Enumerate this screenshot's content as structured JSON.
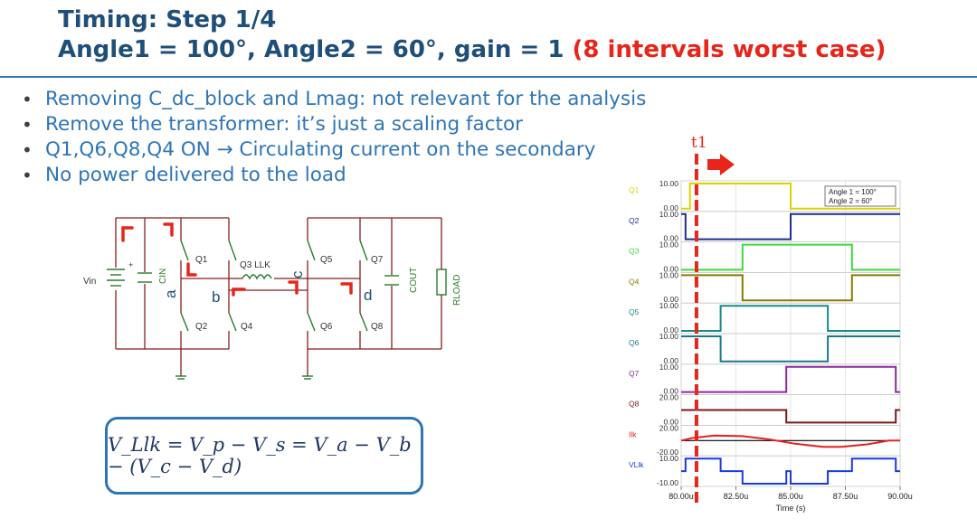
{
  "title": {
    "line1": "Timing: Step 1/4",
    "line2": "Angle1 = 100°, Angle2 = 60°, gain = 1",
    "line2_highlight": "(8 intervals worst case)"
  },
  "bullets": [
    "Removing C_dc_block and Lmag: not relevant for the analysis",
    "Remove the transformer: it’s just a scaling factor",
    "Q1,Q6,Q8,Q4 ON → Circulating current on the secondary",
    "No power delivered to the load"
  ],
  "circuit": {
    "labels": {
      "vin": "Vin",
      "cin": "CIN",
      "q1": "Q1",
      "q2": "Q2",
      "q3llk": "Q3  LLK",
      "q4": "Q4",
      "q5": "Q5",
      "q6": "Q6",
      "q7": "Q7",
      "q8": "Q8",
      "cout": "COUT",
      "rload": "RLOAD",
      "node_a": "a",
      "node_b": "b",
      "node_c": "c",
      "node_d": "d",
      "plus": "+"
    }
  },
  "formula": "V_Llk = V_p − V_s = V_a − V_b − (V_c − V_d)",
  "marker_label": "t1",
  "colors": {
    "title": "#1f4e79",
    "highlight": "#e8251a",
    "bullet_text": "#2e75b6",
    "box_border": "#2e75b6"
  },
  "chart_data": {
    "type": "line",
    "xlabel": "Time (s)",
    "x_ticks": [
      "80.00u",
      "82.50u",
      "85.00u",
      "87.50u",
      "90.00u"
    ],
    "xlim": [
      80.0,
      90.0
    ],
    "x_unit": "us",
    "legend": [
      "Angle 1 = 100°",
      "Angle 2 = 60°"
    ],
    "legend_position": "top-right",
    "marker_t1_x": 80.7,
    "series": [
      {
        "name": "Q1",
        "color": "#e0d000",
        "labels": [
          "10.00",
          "0.00"
        ],
        "ylim": [
          0,
          10
        ],
        "x": [
          80.0,
          80.4,
          80.4,
          85.0,
          85.0,
          90.0
        ],
        "y": [
          0,
          0,
          10,
          10,
          0,
          0
        ]
      },
      {
        "name": "Q2",
        "color": "#1f2f8f",
        "labels": [
          "10.00",
          "0.00"
        ],
        "ylim": [
          0,
          10
        ],
        "x": [
          80.0,
          80.2,
          80.2,
          85.0,
          85.0,
          90.0
        ],
        "y": [
          10,
          10,
          0,
          0,
          10,
          10
        ]
      },
      {
        "name": "Q3",
        "color": "#3ed83e",
        "labels": [
          "10.00",
          "0.00"
        ],
        "ylim": [
          0,
          10
        ],
        "x": [
          80.0,
          82.8,
          82.8,
          87.8,
          87.8,
          90.0
        ],
        "y": [
          0,
          0,
          10,
          10,
          0,
          0
        ]
      },
      {
        "name": "Q4",
        "color": "#8b7a00",
        "labels": [
          "10.00",
          "0.00"
        ],
        "ylim": [
          0,
          10
        ],
        "x": [
          80.0,
          82.8,
          82.8,
          87.8,
          87.8,
          90.0
        ],
        "y": [
          10,
          10,
          0,
          0,
          10,
          10
        ]
      },
      {
        "name": "Q5",
        "color": "#1a8a8a",
        "labels": [
          "10.00",
          "0.00"
        ],
        "ylim": [
          0,
          10
        ],
        "x": [
          80.0,
          81.8,
          81.8,
          86.7,
          86.7,
          90.0
        ],
        "y": [
          0,
          0,
          10,
          10,
          0,
          0
        ]
      },
      {
        "name": "Q6",
        "color": "#1a7a8a",
        "labels": [
          "10.00",
          "0.00"
        ],
        "ylim": [
          0,
          10
        ],
        "x": [
          80.0,
          81.8,
          81.8,
          86.7,
          86.7,
          90.0
        ],
        "y": [
          10,
          10,
          0,
          0,
          10,
          10
        ]
      },
      {
        "name": "Q7",
        "color": "#8a2a9a",
        "labels": [
          "10.00",
          "0.00"
        ],
        "ylim": [
          0,
          10
        ],
        "x": [
          80.0,
          84.8,
          84.8,
          89.8,
          89.8,
          90.0
        ],
        "y": [
          0,
          0,
          10,
          10,
          0,
          0
        ]
      },
      {
        "name": "Q8",
        "color": "#7a1a1a",
        "labels": [
          "20.00",
          "0.00"
        ],
        "ylim": [
          0,
          20
        ],
        "x": [
          80.0,
          84.8,
          84.8,
          89.8,
          89.8,
          90.0
        ],
        "y": [
          10,
          10,
          0,
          0,
          10,
          10
        ]
      },
      {
        "name": "Ilk",
        "color": "#e82020",
        "labels": [
          "20.00",
          "-20.00"
        ],
        "ylim": [
          -20,
          20
        ],
        "x": [
          80.0,
          80.5,
          81.5,
          82.8,
          84.0,
          85.2,
          86.5,
          87.3,
          88.5,
          89.5,
          90.0
        ],
        "y": [
          0,
          4,
          8,
          7,
          2,
          -5,
          -10,
          -10,
          -6,
          0,
          0
        ],
        "zero_line_color": "#000000"
      },
      {
        "name": "VLlk",
        "color": "#1a3ae0",
        "labels": [
          "10.00",
          "-10.00"
        ],
        "ylim": [
          -10,
          10
        ],
        "x": [
          80.0,
          80.2,
          80.2,
          80.4,
          80.4,
          81.8,
          81.8,
          82.8,
          82.8,
          84.8,
          84.8,
          85.0,
          85.0,
          86.7,
          86.7,
          87.8,
          87.8,
          89.8,
          89.8,
          90.0
        ],
        "y": [
          0,
          0,
          10,
          10,
          10,
          10,
          0,
          0,
          -10,
          -10,
          0,
          0,
          -10,
          -10,
          0,
          0,
          10,
          10,
          0,
          0
        ]
      }
    ]
  }
}
